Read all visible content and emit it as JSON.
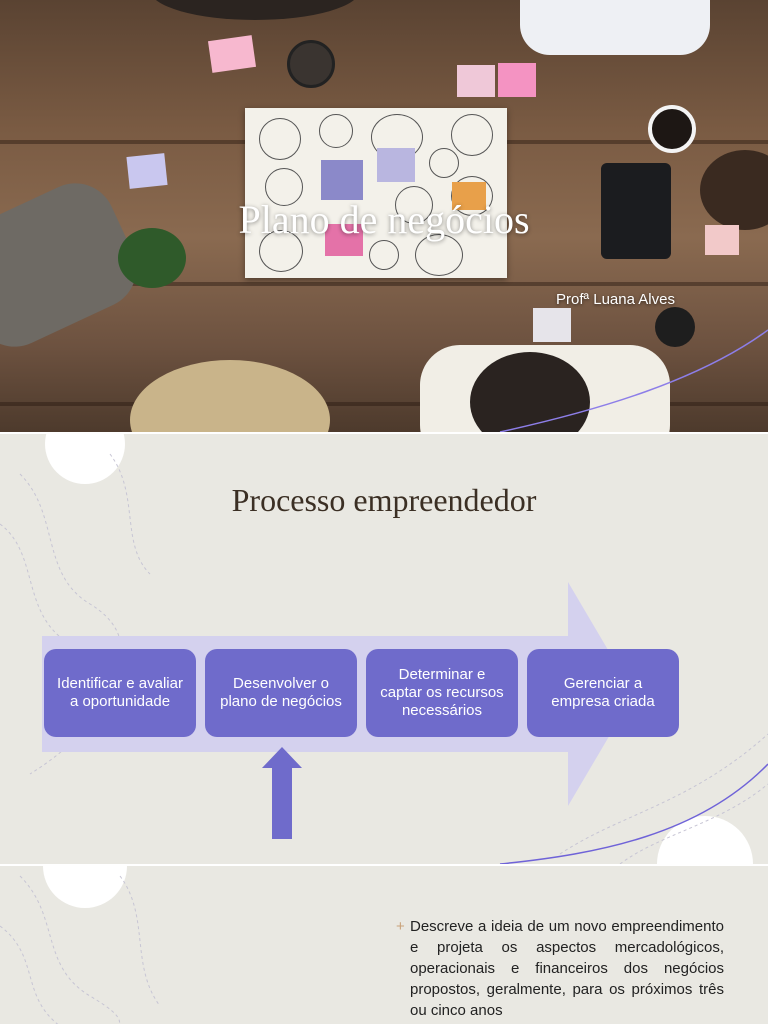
{
  "slide1": {
    "title": "Plano de negócios",
    "author": "Profª Luana Alves"
  },
  "slide2": {
    "title": "Processo empreendedor",
    "steps": [
      "Identificar e avaliar a oportunidade",
      "Desenvolver o plano de negócios",
      "Determinar e captar os recursos necessários",
      "Gerenciar a empresa criada"
    ],
    "colors": {
      "step": "#6f6bcb",
      "arrow": "#d4d1ee",
      "pointer": "#6f6bcb"
    }
  },
  "slide3": {
    "bullet": "Descreve a ideia de um novo empreendimento e projeta os aspectos mercadológicos, operacionais e financeiros dos negócios propostos, geralmente, para os próximos três ou cinco anos"
  }
}
